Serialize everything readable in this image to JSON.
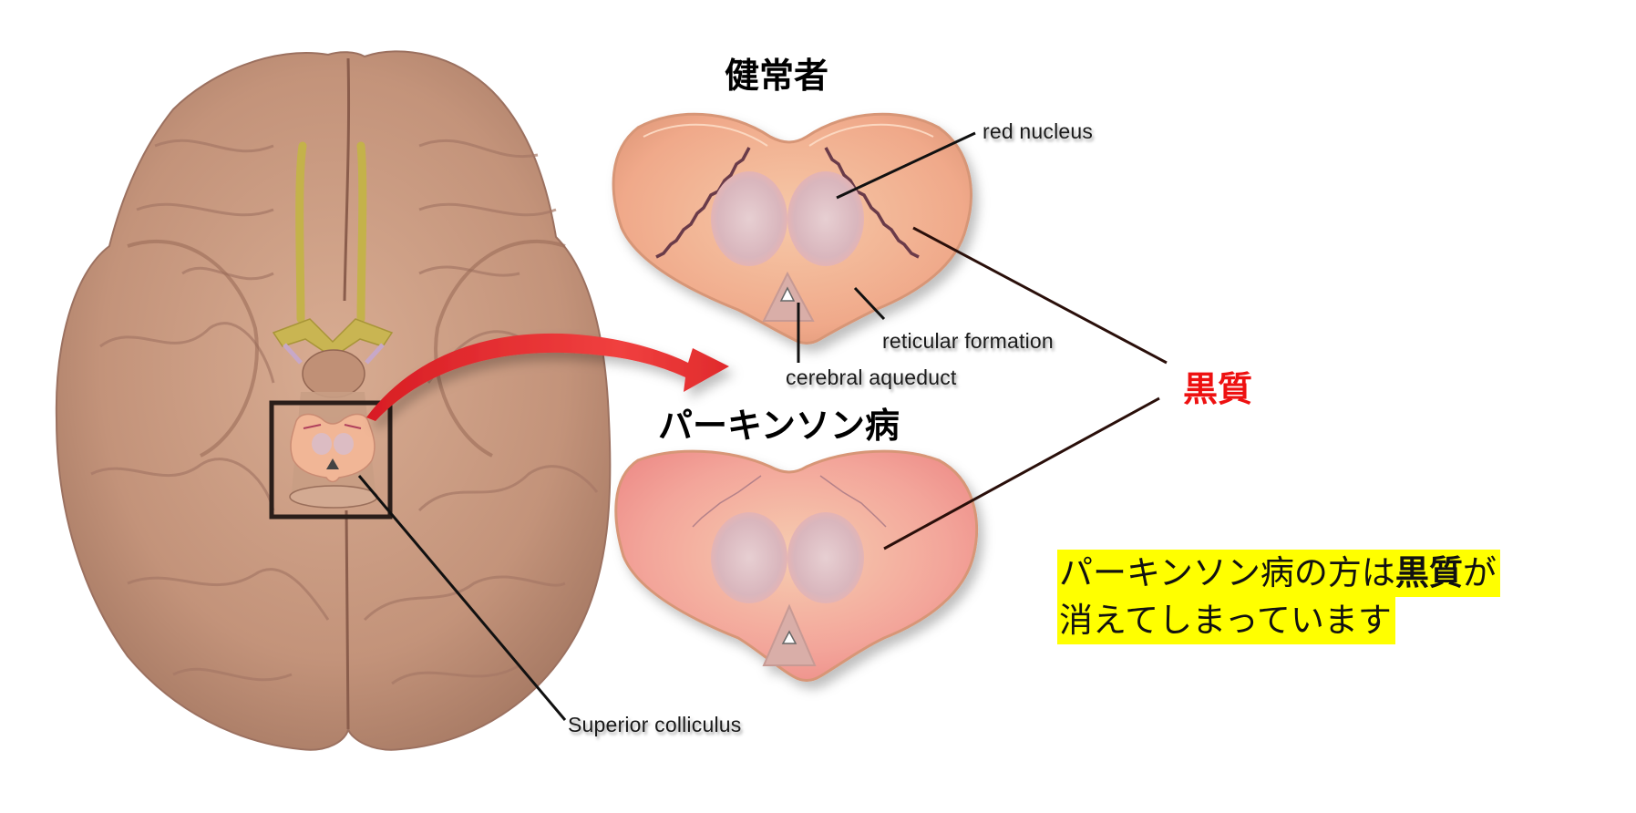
{
  "titles": {
    "healthy": "健常者",
    "parkinsons": "パーキンソン病"
  },
  "labels": {
    "red_nucleus": "red nucleus",
    "reticular_formation": "reticular formation",
    "cerebral_aqueduct": "cerebral aqueduct",
    "superior_colliculus": "Superior colliculus",
    "substantia_nigra": "黒質"
  },
  "note": {
    "line1_prefix": "パーキンソン病の方は",
    "line1_bold": "黒質",
    "line1_suffix": "が",
    "line2": "消えてしまっています"
  },
  "colors": {
    "brain": "#c99a80",
    "section_outer": "#f2b48f",
    "section_nucleus": "#dcb9bf",
    "nigra_line": "#6b3b4a",
    "arrow": "#e8262c",
    "nigra_label": "#ee1111",
    "highlight": "#ffff00",
    "callout_line": "#2a0f0a"
  }
}
